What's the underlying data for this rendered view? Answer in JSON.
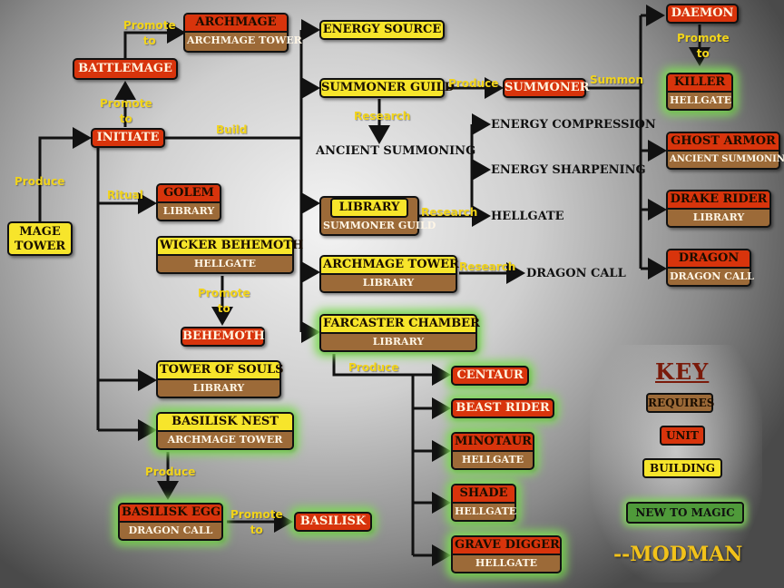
{
  "nodes": {
    "mage_tower": {
      "title": "MAGE TOWER"
    },
    "initiate": {
      "title": "INITIATE"
    },
    "battlemage": {
      "title": "BATTLEMAGE"
    },
    "archmage": {
      "title": "ARCHMAGE",
      "req": "ARCHMAGE TOWER"
    },
    "golem": {
      "title": "GOLEM",
      "req": "LIBRARY"
    },
    "wicker_behemoth": {
      "title": "WICKER BEHEMOTH",
      "req": "HELLGATE"
    },
    "behemoth": {
      "title": "BEHEMOTH"
    },
    "tower_of_souls": {
      "title": "TOWER OF SOULS",
      "req": "LIBRARY"
    },
    "basilisk_nest": {
      "title": "BASILISK NEST",
      "req": "ARCHMAGE  TOWER"
    },
    "basilisk_egg": {
      "title": "BASILISK EGG",
      "req": "DRAGON CALL"
    },
    "basilisk": {
      "title": "BASILISK"
    },
    "energy_source": {
      "title": "ENERGY SOURCE"
    },
    "summoner_guild": {
      "title": "SUMMONER GUILD"
    },
    "summoner": {
      "title": "SUMMONER"
    },
    "library": {
      "title": "LIBRARY",
      "req": "SUMMONER GUILD"
    },
    "archmage_tower": {
      "title": "ARCHMAGE TOWER",
      "req": "LIBRARY"
    },
    "farcaster_chamber": {
      "title": "FARCASTER CHAMBER",
      "req": "LIBRARY"
    },
    "centaur": {
      "title": "CENTAUR"
    },
    "beast_rider": {
      "title": "BEAST RIDER"
    },
    "minotaur": {
      "title": "MINOTAUR",
      "req": "HELLGATE"
    },
    "shade": {
      "title": "SHADE",
      "req": "HELLGATE"
    },
    "grave_digger": {
      "title": "GRAVE DIGGER",
      "req": "HELLGATE"
    },
    "daemon": {
      "title": "DAEMON"
    },
    "killer": {
      "title": "KILLER",
      "req": "HELLGATE"
    },
    "ghost_armor": {
      "title": "GHOST ARMOR",
      "req": "ANCIENT SUMMONING"
    },
    "drake_rider": {
      "title": "DRAKE RIDER",
      "req": "LIBRARY"
    },
    "dragon": {
      "title": "DRAGON",
      "req": "DRAGON CALL"
    }
  },
  "research": {
    "ancient_summoning": "ANCIENT SUMMONING",
    "energy_compression": "ENERGY COMPRESSION",
    "energy_sharpening": "ENERGY SHARPENING",
    "hellgate": "HELLGATE",
    "dragon_call": "DRAGON CALL"
  },
  "labels": {
    "produce_mage": "Produce",
    "promote_battlemage_1": "Promote",
    "promote_battlemage_2": "to",
    "promote_archmage_1": "Promote",
    "promote_archmage_2": "to",
    "build": "Build",
    "ritual": "Ritual",
    "promote_behemoth_1": "Promote",
    "promote_behemoth_2": "to",
    "produce_basilisk": "Produce",
    "promote_basilisk_1": "Promote",
    "promote_basilisk_2": "to",
    "produce_summoner": "Produce",
    "summon": "Summon",
    "research_ancient": "Research",
    "research_library": "Research",
    "research_archmage": "Research",
    "produce_farcaster": "Produce",
    "promote_killer_1": "Promote",
    "promote_killer_2": "to"
  },
  "key": {
    "title": "KEY",
    "requires": "REQUIRES",
    "unit": "UNIT",
    "building": "BUILDING",
    "new": "NEW TO MAGIC"
  },
  "signature": "--MODMAN",
  "colors": {
    "unit": "#d8340c",
    "building": "#f7e52b",
    "requires": "#9c6a38",
    "new_to_magic": "#4f9a3a",
    "label": "#f2d41a"
  }
}
